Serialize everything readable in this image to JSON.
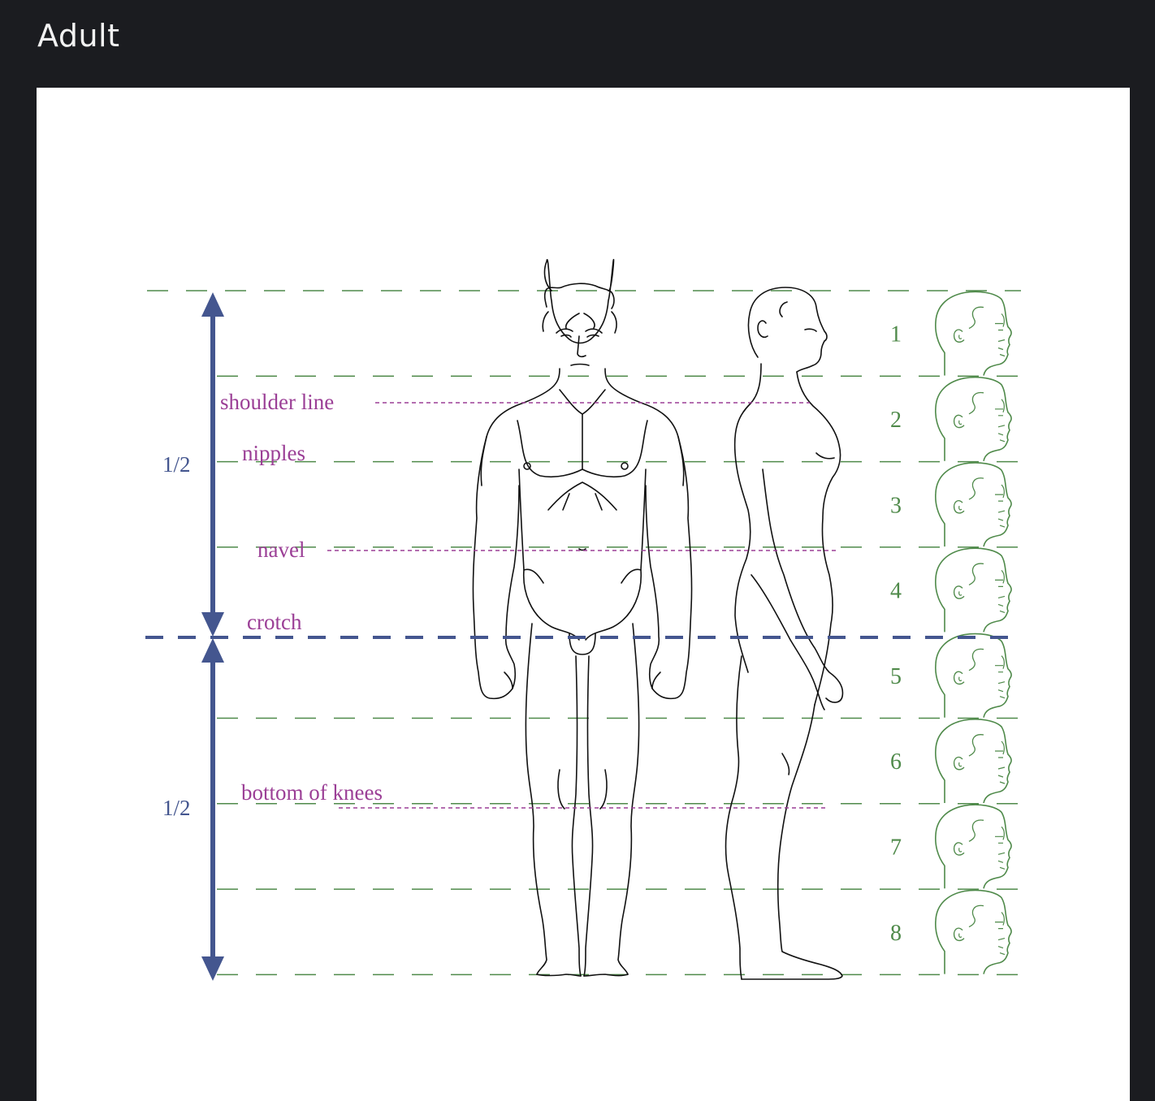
{
  "header": {
    "title": "Adult"
  },
  "diagram": {
    "colors": {
      "head_guides": "#4f8a4a",
      "landmarks": "#9b3f96",
      "halves": "#44568f",
      "figure": "#111111"
    },
    "landmarks": [
      {
        "id": "shoulder",
        "label": "shoulder line"
      },
      {
        "id": "nipples",
        "label": "nipples"
      },
      {
        "id": "navel",
        "label": "navel"
      },
      {
        "id": "crotch",
        "label": "crotch"
      },
      {
        "id": "knees",
        "label": "bottom of knees"
      }
    ],
    "half_markers": [
      {
        "id": "upper",
        "label": "1/2"
      },
      {
        "id": "lower",
        "label": "1/2"
      }
    ],
    "head_units": [
      "1",
      "2",
      "3",
      "4",
      "5",
      "6",
      "7",
      "8"
    ],
    "icons": [
      "head-profile-icon",
      "front-figure-icon",
      "side-figure-icon"
    ]
  }
}
